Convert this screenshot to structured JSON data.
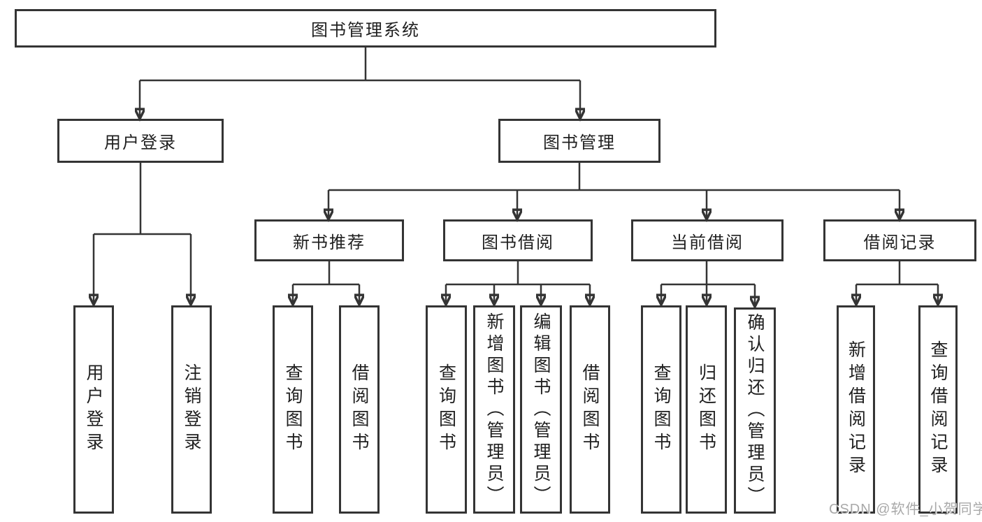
{
  "colors": {
    "background": "#ffffff",
    "line": "#343434",
    "box_border": "#343434",
    "text": "#1f1f1f",
    "watermark": "#a9a9a9"
  },
  "tree": {
    "root": "图书管理系统",
    "user_login": {
      "label": "用户登录",
      "children": {
        "login": "用户登录",
        "logout": "注销登录"
      }
    },
    "book_management": {
      "label": "图书管理",
      "sections": {
        "new_book": {
          "label": "新书推荐",
          "children": {
            "query": "查询图书",
            "borrow": "借阅图书"
          }
        },
        "borrow": {
          "label": "图书借阅",
          "children": {
            "query": "查询图书",
            "add": "新增图书（管理员）",
            "edit": "编辑图书（管理员）",
            "borrow": "借阅图书"
          }
        },
        "current": {
          "label": "当前借阅",
          "children": {
            "query": "查询图书",
            "return": "归还图书",
            "confirm": "确认归还（管理员）"
          }
        },
        "records": {
          "label": "借阅记录",
          "children": {
            "add": "新增借阅记录",
            "query": "查询借阅记录"
          }
        }
      }
    }
  },
  "watermark": "CSDN @软件_小贺同学"
}
